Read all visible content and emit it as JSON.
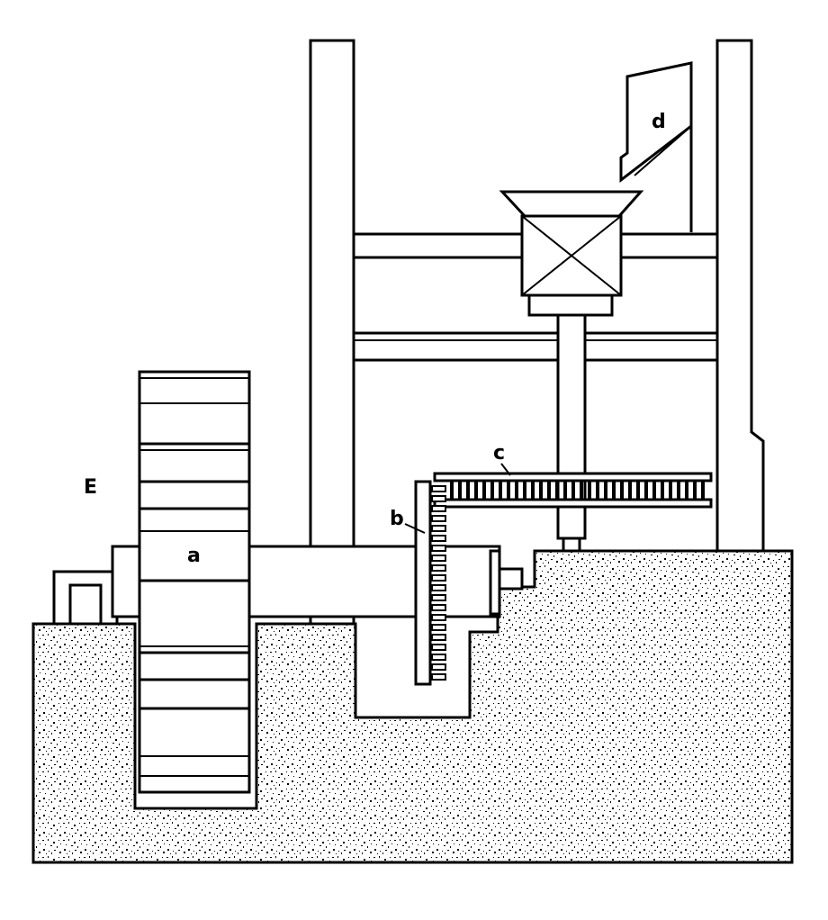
{
  "diagram": {
    "labels": {
      "E": "E",
      "a": "a",
      "b": "b",
      "c": "c",
      "d": "d"
    },
    "colors": {
      "ink": "#000000",
      "paper": "#ffffff"
    }
  }
}
